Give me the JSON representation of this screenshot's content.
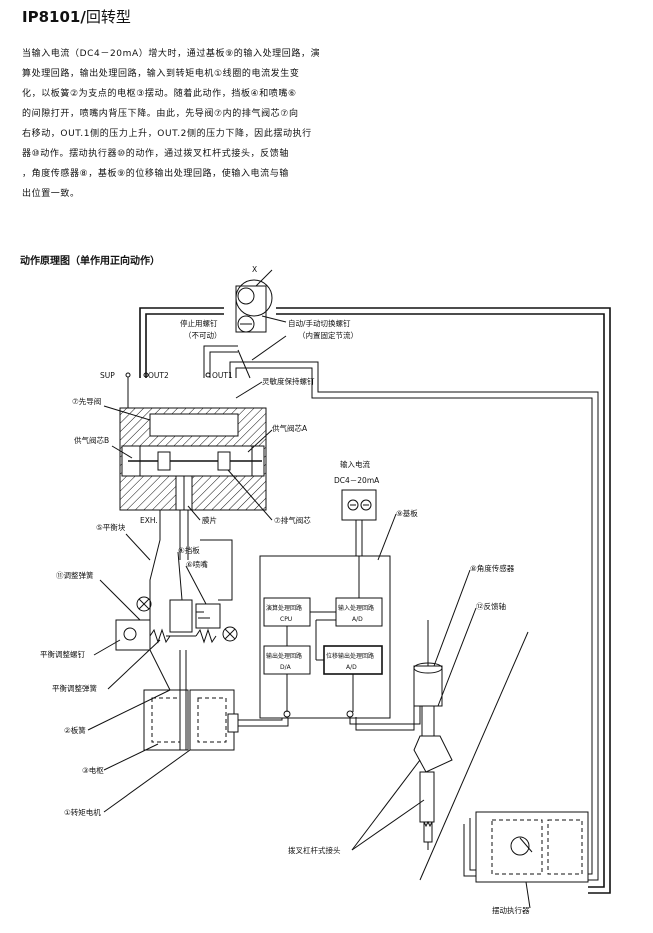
{
  "title": {
    "model": "IP8101",
    "sep": "/",
    "type": "回转型"
  },
  "description": [
    "当输入电流（DC4－20mA）增大时，通过基板⑨的输入处理回路，演",
    "算处理回路，输出处理回路，输入到转矩电机①线圈的电流发生变",
    "化，以板簧②为支点的电枢③摆动。随着此动作，挡板④和喷嘴⑥",
    "的间隙打开，喷嘴内背压下降。由此，先导阀⑦内的排气阀芯⑦向",
    "右移动，OUT.1侧的压力上升，OUT.2侧的压力下降，因此摆动执行",
    "器⑩动作。摆动执行器⑩的动作，通过拨叉杠杆式接头，反馈轴",
    "，角度传感器⑧，基板⑨的位移输出处理回路，使输入电流与输",
    "出位置一致。"
  ],
  "diagram_title": "动作原理图（单作用正向动作）",
  "labels": {
    "x": "X",
    "stop_screw": "停止用螺钉",
    "stop_screw_note": "（不可动）",
    "auto_manual_screw": "自动/手动切换螺钉",
    "auto_manual_note": "（内置固定节流）",
    "sup": "SUP",
    "out2": "OUT2",
    "out1": "OUT1",
    "sensitivity_screw": "灵敏度保持螺钉",
    "pilot_valve": "⑦先导阀",
    "supply_spool_b": "供气阀芯B",
    "supply_spool_a": "供气阀芯A",
    "exh": "EXH.",
    "diaphragm": "膜片",
    "exhaust_spool": "⑦排气阀芯",
    "balance_block": "⑤平衡块",
    "flapper": "④挡板",
    "nozzle": "⑥喷嘴",
    "adjust_spring": "⑪调整弹簧",
    "balance_screw": "平衡调整螺钉",
    "balance_spring": "平衡调整弹簧",
    "leaf_spring": "②板簧",
    "armature": "③电枢",
    "torque_motor": "①转矩电机",
    "input_current": "输入电流",
    "input_range": "DC4－20mA",
    "base_board": "⑨基板",
    "calc_circuit": "演算处理回路",
    "cpu": "CPU",
    "input_circuit": "输入处理回路",
    "input_ad": "A/D",
    "output_circuit": "输出处理回路",
    "output_da": "D/A",
    "position_circuit": "位移输出处理回路",
    "position_ad": "A/D",
    "angle_sensor": "⑧角度传感器",
    "feedback_shaft": "⑫反馈轴",
    "fork_lever": "拨叉杠杆式接头",
    "actuator": "摆动执行器"
  }
}
